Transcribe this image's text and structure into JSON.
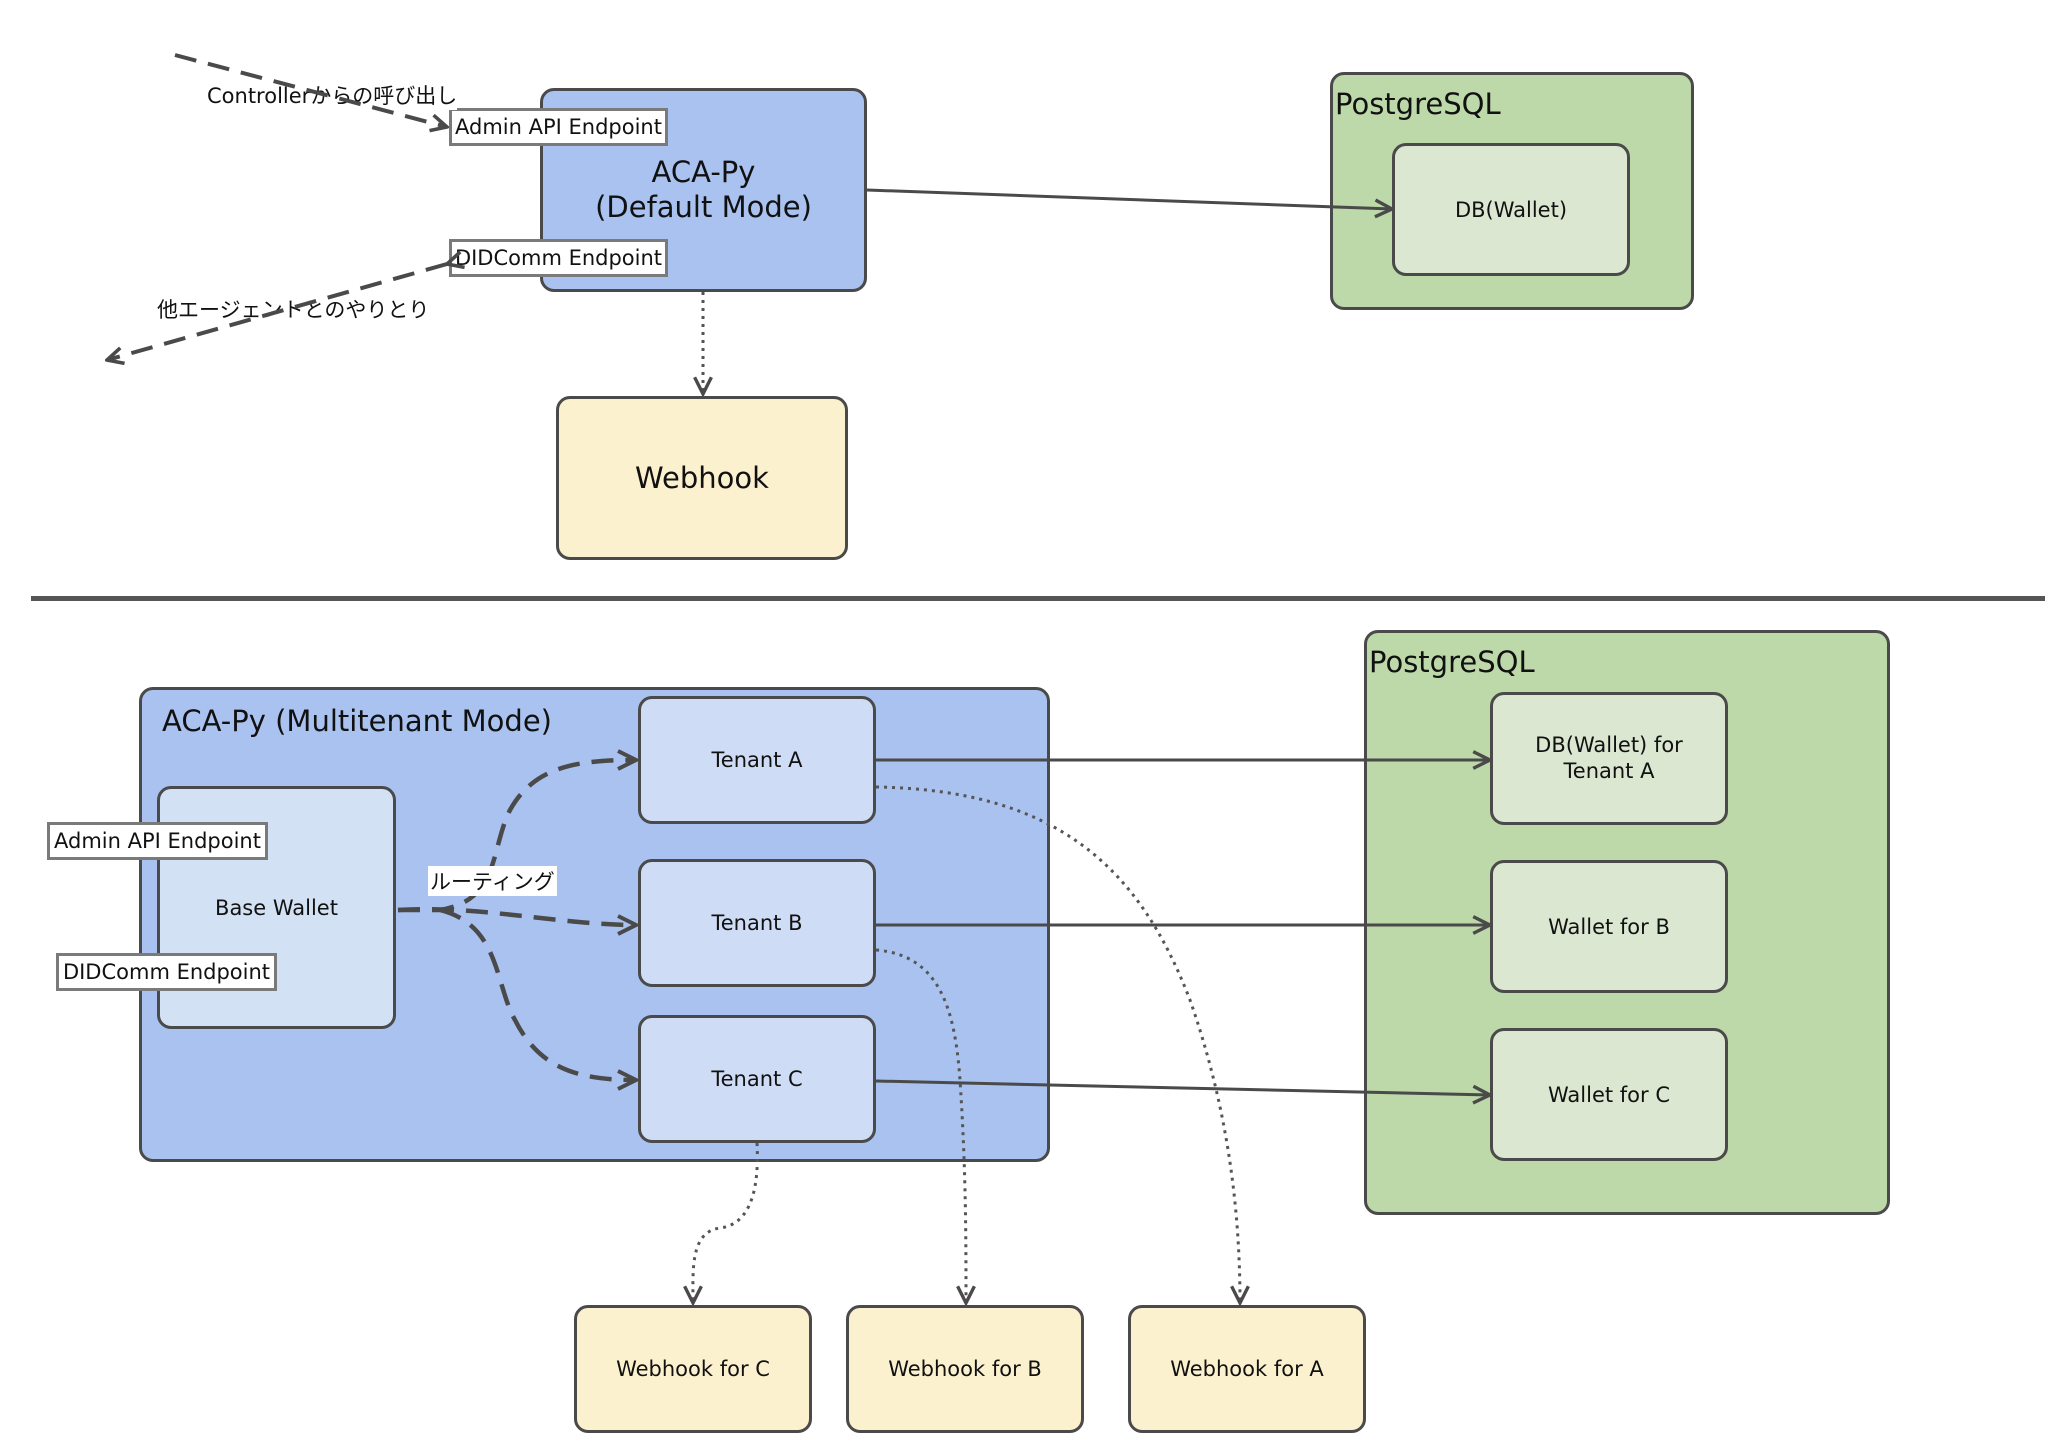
{
  "top": {
    "controller_label": "Controllerからの呼び出し",
    "other_agents_label": "他エージェントとのやりとり",
    "acapy_title_line1": "ACA-Py",
    "acapy_title_line2": "(Default Mode)",
    "admin_api_endpoint": "Admin API Endpoint",
    "didcomm_endpoint": "DIDComm Endpoint",
    "postgres_title": "PostgreSQL",
    "db_wallet": "DB(Wallet)",
    "webhook": "Webhook"
  },
  "bottom": {
    "acapy_title": "ACA-Py (Multitenant Mode)",
    "base_wallet": "Base Wallet",
    "admin_api_endpoint": "Admin API Endpoint",
    "didcomm_endpoint": "DIDComm Endpoint",
    "routing_label": "ルーティング",
    "tenant_a": "Tenant A",
    "tenant_b": "Tenant B",
    "tenant_c": "Tenant C",
    "postgres_title": "PostgreSQL",
    "db_wallet_a_line1": "DB(Wallet) for",
    "db_wallet_a_line2": "Tenant A",
    "wallet_b": "Wallet for B",
    "wallet_c": "Wallet for C",
    "webhook_c": "Webhook for C",
    "webhook_b": "Webhook for B",
    "webhook_a": "Webhook for A"
  }
}
